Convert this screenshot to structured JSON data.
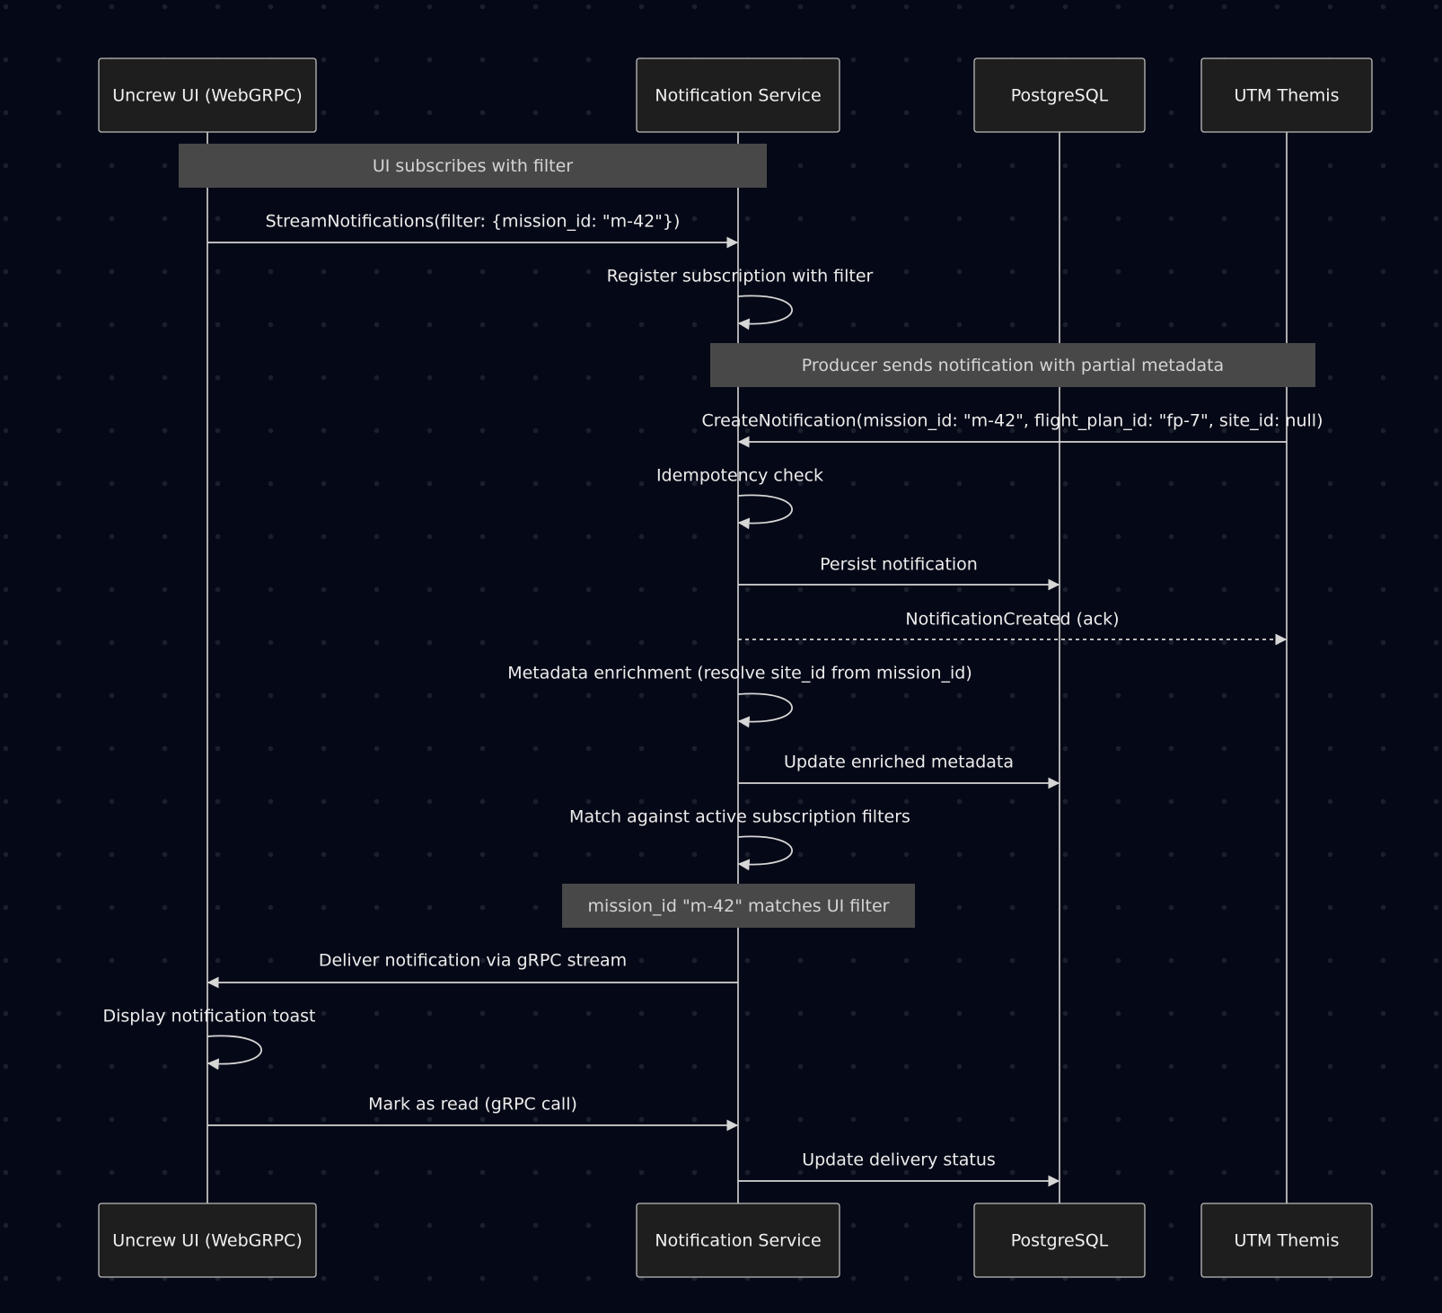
{
  "participants": [
    {
      "id": "ui",
      "label": "Uncrew UI (WebGRPC)"
    },
    {
      "id": "ns",
      "label": "Notification Service"
    },
    {
      "id": "pg",
      "label": "PostgreSQL"
    },
    {
      "id": "utm",
      "label": "UTM Themis"
    }
  ],
  "notes": [
    {
      "text": "UI subscribes with filter",
      "from": "ui",
      "to": "ns"
    },
    {
      "text": "Producer sends notification with partial metadata",
      "from": "ns",
      "to": "utm"
    },
    {
      "text": "mission_id \"m-42\" matches UI filter",
      "from": "ns",
      "to": "ns"
    }
  ],
  "messages": [
    {
      "text": "StreamNotifications(filter: {mission_id: \"m-42\"})",
      "from": "ui",
      "to": "ns",
      "style": "solid"
    },
    {
      "text": "Register subscription with filter",
      "from": "ns",
      "to": "ns",
      "style": "solid"
    },
    {
      "text": "CreateNotification(mission_id: \"m-42\", flight_plan_id: \"fp-7\", site_id: null)",
      "from": "utm",
      "to": "ns",
      "style": "solid"
    },
    {
      "text": "Idempotency check",
      "from": "ns",
      "to": "ns",
      "style": "solid"
    },
    {
      "text": "Persist notification",
      "from": "ns",
      "to": "pg",
      "style": "solid"
    },
    {
      "text": "NotificationCreated (ack)",
      "from": "ns",
      "to": "utm",
      "style": "dashed"
    },
    {
      "text": "Metadata enrichment (resolve site_id from mission_id)",
      "from": "ns",
      "to": "ns",
      "style": "solid"
    },
    {
      "text": "Update enriched metadata",
      "from": "ns",
      "to": "pg",
      "style": "solid"
    },
    {
      "text": "Match against active subscription filters",
      "from": "ns",
      "to": "ns",
      "style": "solid"
    },
    {
      "text": "Deliver notification via gRPC stream",
      "from": "ns",
      "to": "ui",
      "style": "solid"
    },
    {
      "text": "Display notification toast",
      "from": "ui",
      "to": "ui",
      "style": "solid"
    },
    {
      "text": "Mark as read (gRPC call)",
      "from": "ui",
      "to": "ns",
      "style": "solid"
    },
    {
      "text": "Update delivery status",
      "from": "ns",
      "to": "pg",
      "style": "solid"
    }
  ],
  "sequence": [
    {
      "kind": "note",
      "index": 0
    },
    {
      "kind": "message",
      "index": 0
    },
    {
      "kind": "message",
      "index": 1
    },
    {
      "kind": "note",
      "index": 1
    },
    {
      "kind": "message",
      "index": 2
    },
    {
      "kind": "message",
      "index": 3
    },
    {
      "kind": "message",
      "index": 4
    },
    {
      "kind": "message",
      "index": 5
    },
    {
      "kind": "message",
      "index": 6
    },
    {
      "kind": "message",
      "index": 7
    },
    {
      "kind": "message",
      "index": 8
    },
    {
      "kind": "note",
      "index": 2
    },
    {
      "kind": "message",
      "index": 9
    },
    {
      "kind": "message",
      "index": 10
    },
    {
      "kind": "message",
      "index": 11
    },
    {
      "kind": "message",
      "index": 12
    }
  ]
}
